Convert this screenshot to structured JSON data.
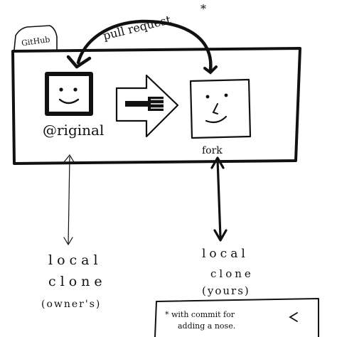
{
  "tab": {
    "label": "GitHub"
  },
  "pull_request": {
    "label": "pull request",
    "asterisk": "*"
  },
  "original": {
    "label": "@riginal"
  },
  "fork": {
    "label": "fork"
  },
  "local_clone_owner": {
    "line1": "local",
    "line2": "clone",
    "line3": "(owner's)"
  },
  "local_clone_yours": {
    "line1": "local",
    "line2": "clone",
    "line3": "(yours)"
  },
  "note": {
    "line1": "* with commit for",
    "line2": "adding a nose."
  },
  "colors": {
    "ink": "#111111",
    "paper": "#ffffff"
  }
}
